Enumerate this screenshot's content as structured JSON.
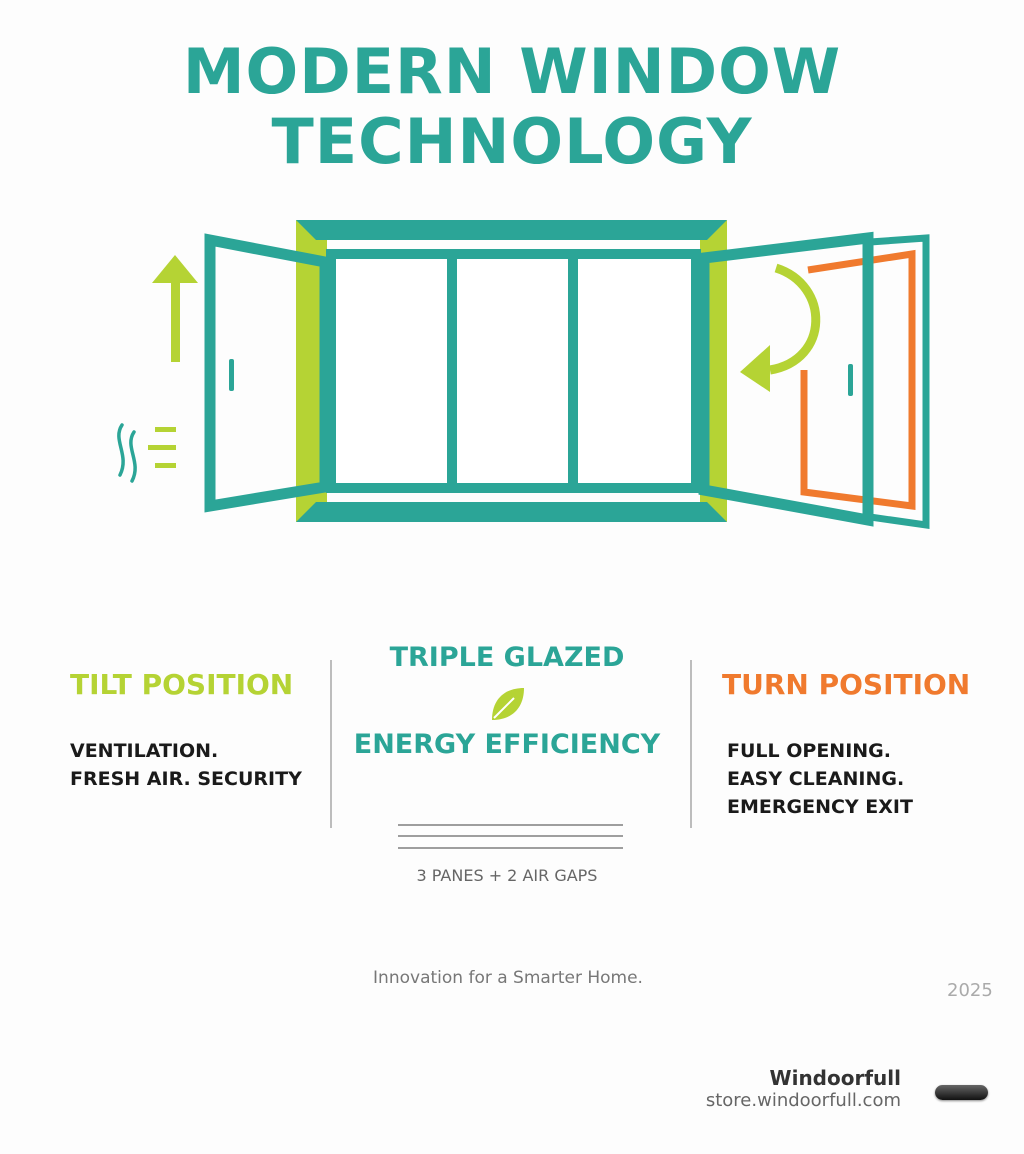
{
  "title": {
    "line1": "MODERN WINDOW",
    "line2": "TECHNOLOGY"
  },
  "colors": {
    "teal": "#2ba597",
    "lime": "#b5d334",
    "orange": "#f07a2e"
  },
  "tilt": {
    "heading": "TILT POSITION",
    "lines": [
      "VENTILATION.",
      "FRESH AIR. SECURITY"
    ]
  },
  "center": {
    "heading": "TRIPLE GLAZED",
    "subheading": "ENERGY EFFICIENCY",
    "caption": "3 PANES + 2 AIR GAPS",
    "icon": "leaf-icon"
  },
  "turn": {
    "heading": "TURN POSITION",
    "lines": [
      "FULL OPENING.",
      "EASY CLEANING.",
      "EMERGENCY EXIT"
    ]
  },
  "tagline": "Innovation for a Smarter Home.",
  "year": "2025",
  "brand": {
    "name": "Windoorfull",
    "url": "store.windoorfull.com"
  }
}
